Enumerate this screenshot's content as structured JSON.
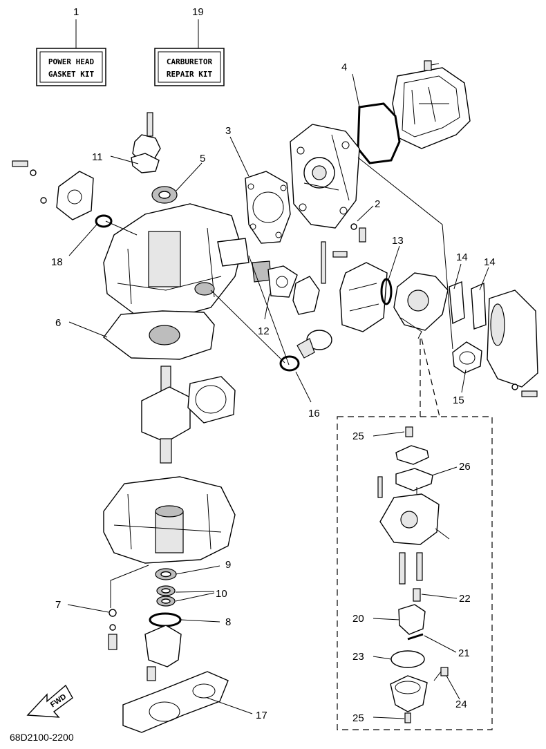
{
  "kits": [
    {
      "number": "1",
      "line1": "POWER HEAD",
      "line2": "GASKET KIT"
    },
    {
      "number": "19",
      "line1": "CARBURETOR",
      "line2": "REPAIR KIT"
    }
  ],
  "callouts": {
    "c2": "2",
    "c3": "3",
    "c4": "4",
    "c5": "5",
    "c6": "6",
    "c7": "7",
    "c8": "8",
    "c9": "9",
    "c10": "10",
    "c11": "11",
    "c12": "12",
    "c13": "13",
    "c14a": "14",
    "c14b": "14",
    "c15": "15",
    "c16": "16",
    "c17": "17",
    "c18": "18",
    "c20": "20",
    "c21": "21",
    "c22": "22",
    "c23": "23",
    "c24": "24",
    "c25a": "25",
    "c25b": "25",
    "c26": "26"
  },
  "fwd_label": "FWD",
  "diagram_code": "68D2100-2200"
}
